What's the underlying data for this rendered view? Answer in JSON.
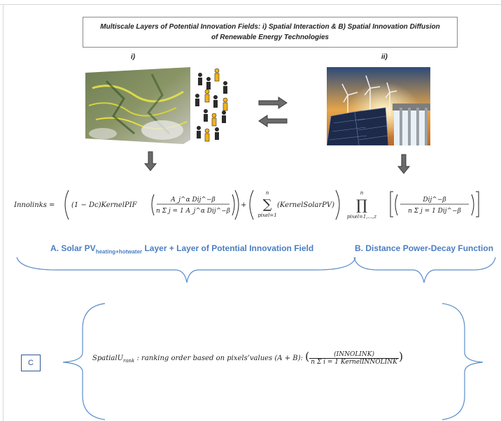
{
  "title": "Multiscale Layers of Potential Innovation Fields: i) Spatial Interaction & B) Spatial Innovation Diffusion of Renewable Energy Technologies",
  "panel_labels": {
    "left": "i)",
    "right": "ii)"
  },
  "formula": {
    "lhs": "Innolinks = ",
    "part1_prefix": "(1 − Dc)KernelPIF",
    "part1_num": "A_j^α Dij^−β",
    "part1_den": "n Σ j = 1 A_j^α Dij^−β",
    "plus": "+",
    "sum_upper": "n",
    "sum_lower": "pixel=1",
    "sum_body": "(KernelSolarPV)",
    "prod_upper": "n",
    "prod_lower": "pixel=1,...,z",
    "part2_num": "Dij^−β",
    "part2_den": "n Σ j = 1 Dij^−β"
  },
  "headings": {
    "a_main": "A. Solar PV",
    "a_sub": "heating+hotwater",
    "a_rest": " Layer + Layer of Potential Innovation Field",
    "b": "B. Distance Power-Decay Function"
  },
  "c_box": "C",
  "spatial": {
    "lhs_main": "SpatialU",
    "lhs_sub": "rank",
    "text": " : ranking order based on pixels’values (A + B):",
    "num": "(INNOLINK)",
    "den": "n Σ i = 1    KernelINNOLINK"
  },
  "colors": {
    "accent_blue": "#4a7ec2",
    "box_blue": "#2f5597"
  },
  "icons": [
    "terrain-map-image",
    "people-network-icon",
    "swap-arrows-icon",
    "renewable-energy-image",
    "down-arrow-icon"
  ]
}
